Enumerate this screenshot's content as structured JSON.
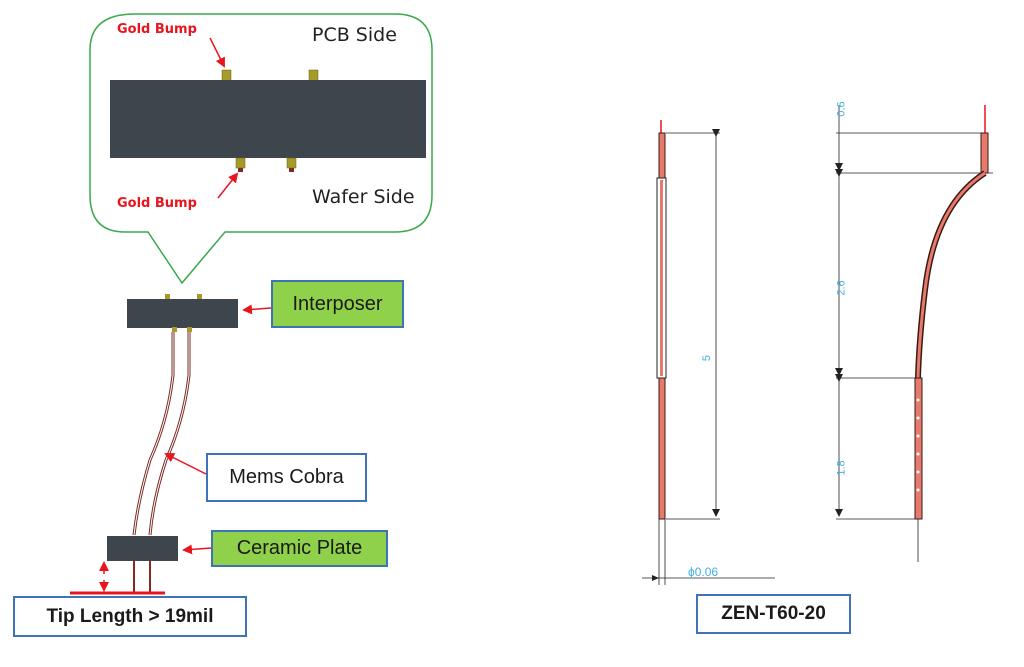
{
  "callout": {
    "gold_bump_top": "Gold Bump",
    "gold_bump_bottom": "Gold Bump",
    "pcb_side": "PCB Side",
    "wafer_side": "Wafer Side"
  },
  "labels": {
    "interposer": "Interposer",
    "mems_cobra": "Mems Cobra",
    "ceramic_plate": "Ceramic Plate",
    "tip_length": "Tip Length > 19mil",
    "model": "ZEN-T60-20"
  },
  "dimensions": {
    "left_total": "5",
    "diameter": "ϕ0.06",
    "right_top": "0.6",
    "right_mid": "2.6",
    "right_bottom": "1.8"
  },
  "colors": {
    "accent_red": "#e8141e",
    "callout_border": "#3aa84a",
    "label_green": "#8fd14a",
    "label_border": "#3f73b8",
    "dark_body": "#3d464d",
    "bump_gold": "#a59a2a",
    "wire_brown": "#7a2d24",
    "dim_cyan": "#44aee0"
  }
}
